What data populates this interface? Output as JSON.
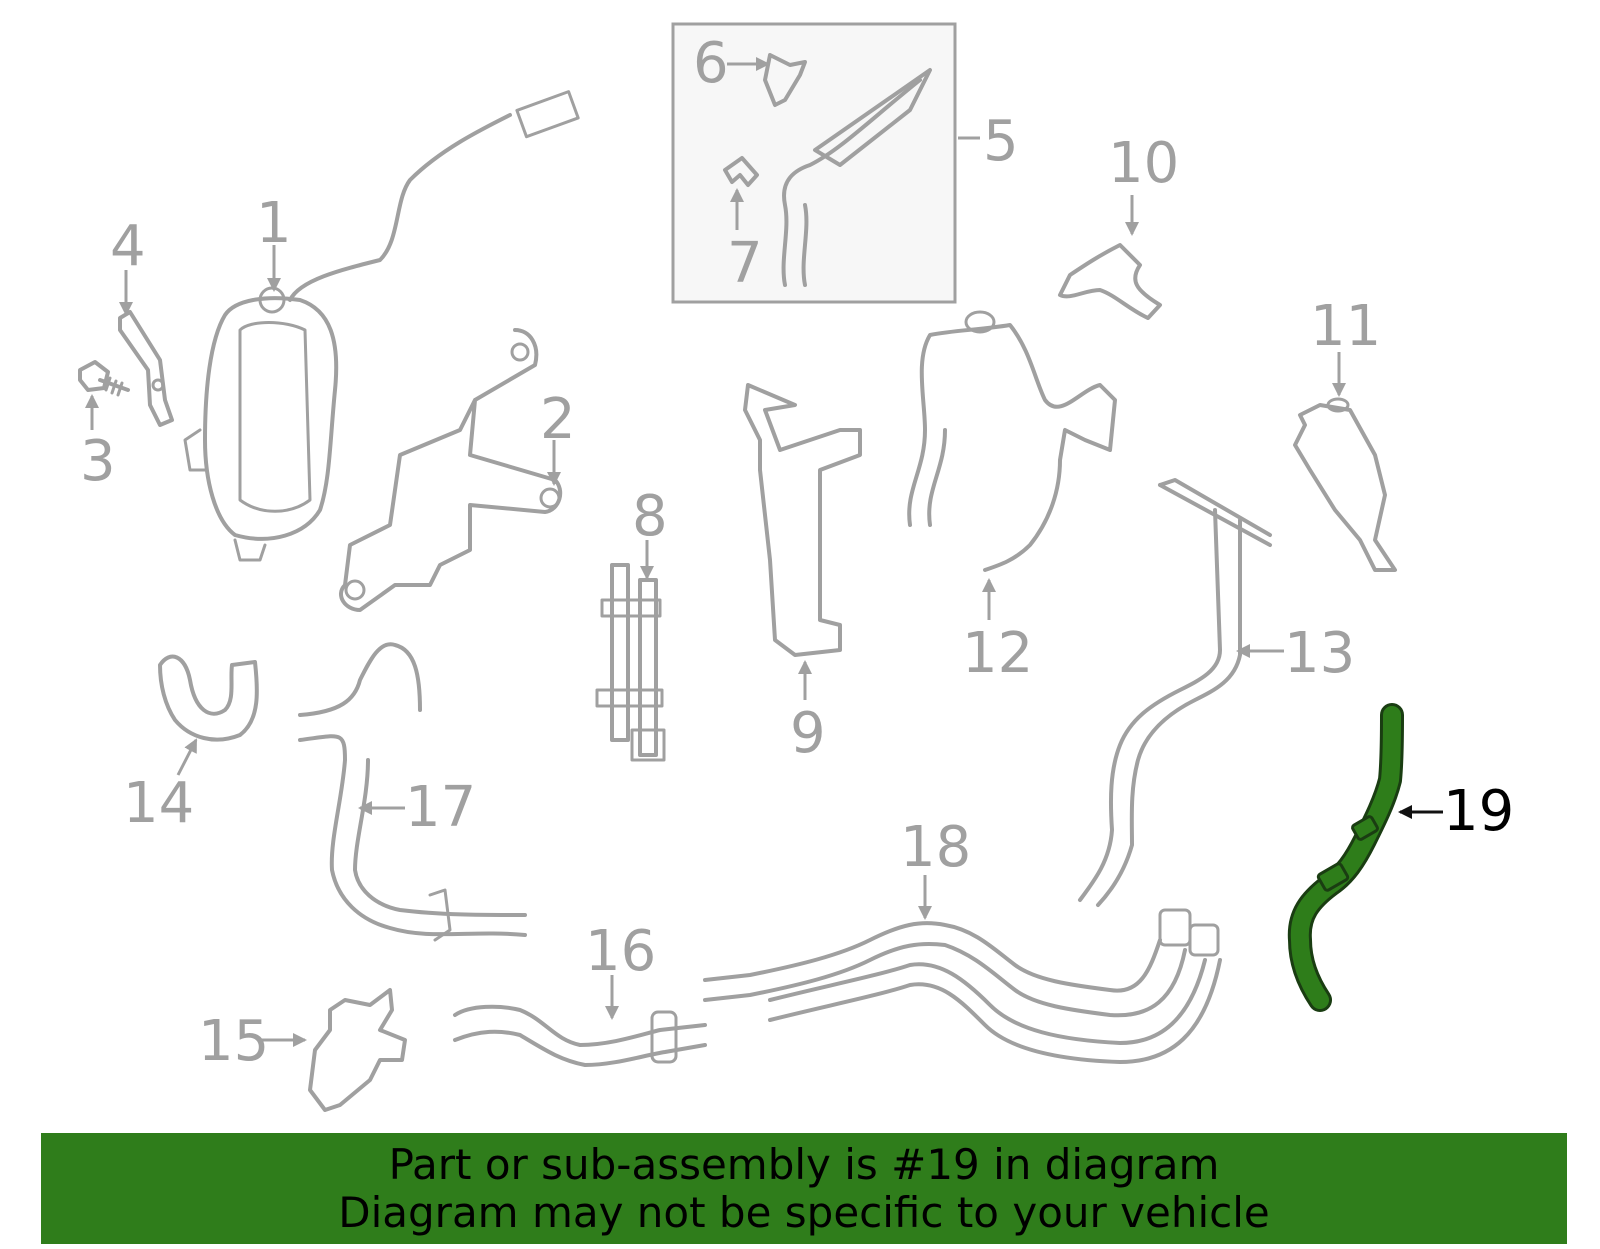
{
  "diagram": {
    "labels": {
      "n1": "1",
      "n2": "2",
      "n3": "3",
      "n4": "4",
      "n5": "5",
      "n6": "6",
      "n7": "7",
      "n8": "8",
      "n9": "9",
      "n10": "10",
      "n11": "11",
      "n12": "12",
      "n13": "13",
      "n14": "14",
      "n15": "15",
      "n16": "16",
      "n17": "17",
      "n18": "18",
      "n19": "19"
    },
    "highlighted_part": "19",
    "colors": {
      "part_line": "#a0a0a0",
      "highlight": "#2e7d1a",
      "banner": "#2f7d1b"
    }
  },
  "banner": {
    "line1": "Part or sub-assembly is #19 in diagram",
    "line2": "Diagram may not be specific to your vehicle"
  }
}
